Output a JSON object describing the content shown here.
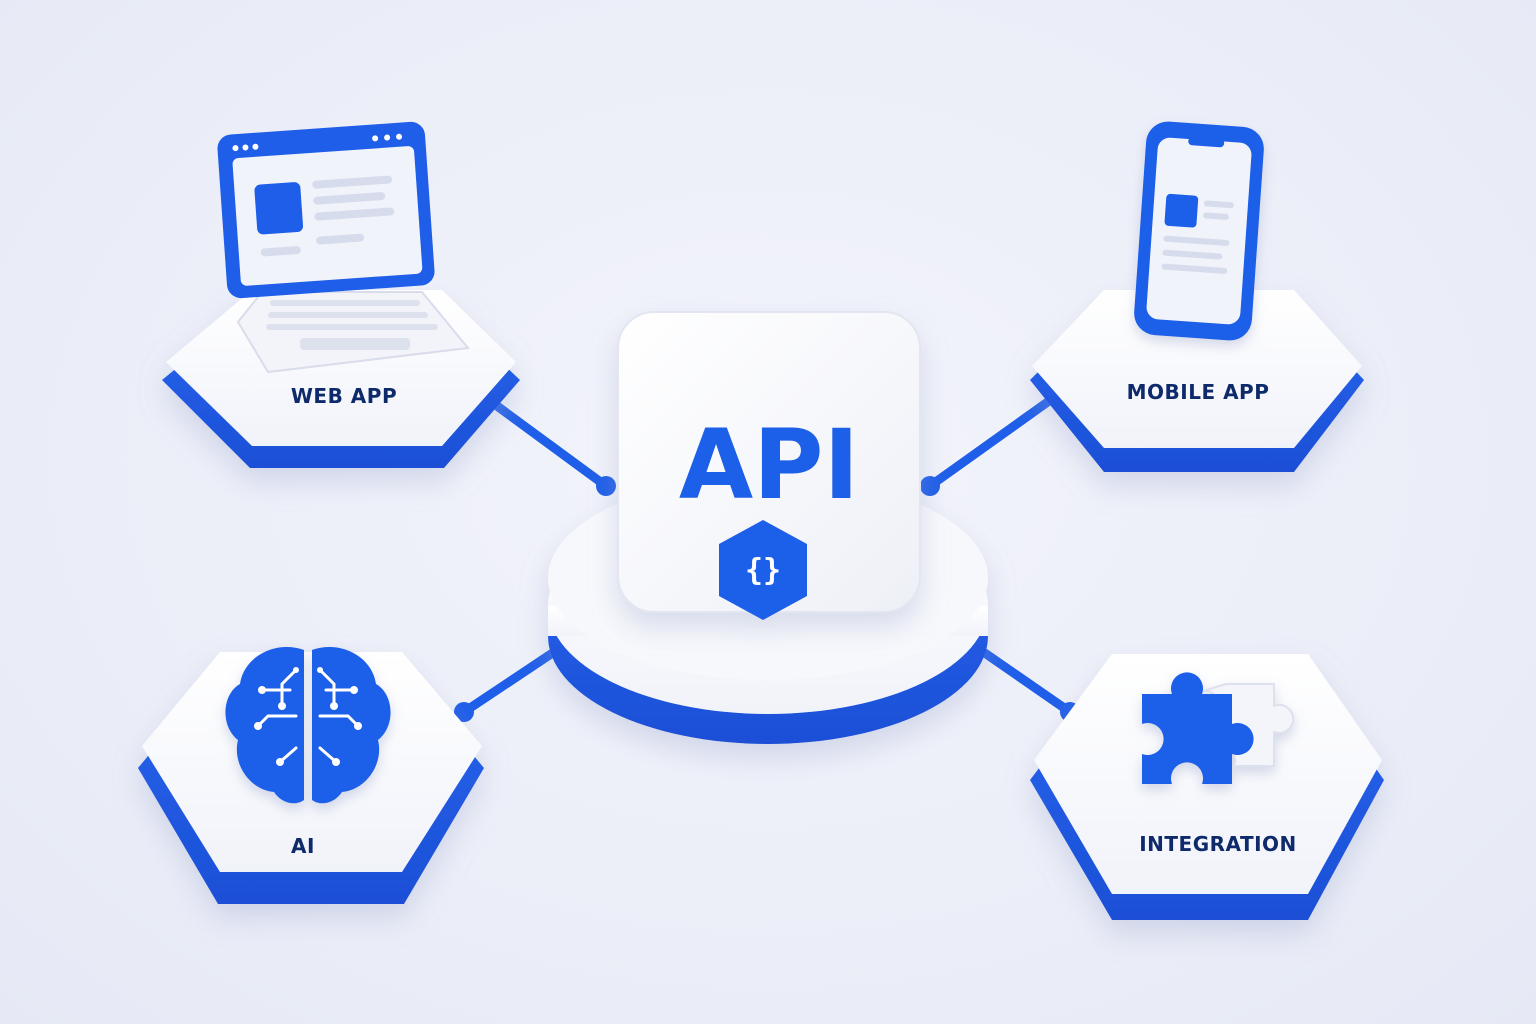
{
  "diagram": {
    "center": {
      "label": "API",
      "icon": "curly-braces-icon",
      "icon_text": "{}"
    },
    "nodes": [
      {
        "id": "web-app",
        "label": "WEB APP",
        "icon": "laptop-icon"
      },
      {
        "id": "mobile-app",
        "label": "MOBILE APP",
        "icon": "smartphone-icon"
      },
      {
        "id": "ai",
        "label": "AI",
        "icon": "brain-circuit-icon"
      },
      {
        "id": "integration",
        "label": "INTEGRATION",
        "icon": "puzzle-icon"
      }
    ],
    "colors": {
      "accent": "#1f5ee8",
      "accent_dark": "#1546c4",
      "label": "#0e2a6b",
      "platform_top": "#ffffff",
      "background": "#eceef8"
    }
  }
}
